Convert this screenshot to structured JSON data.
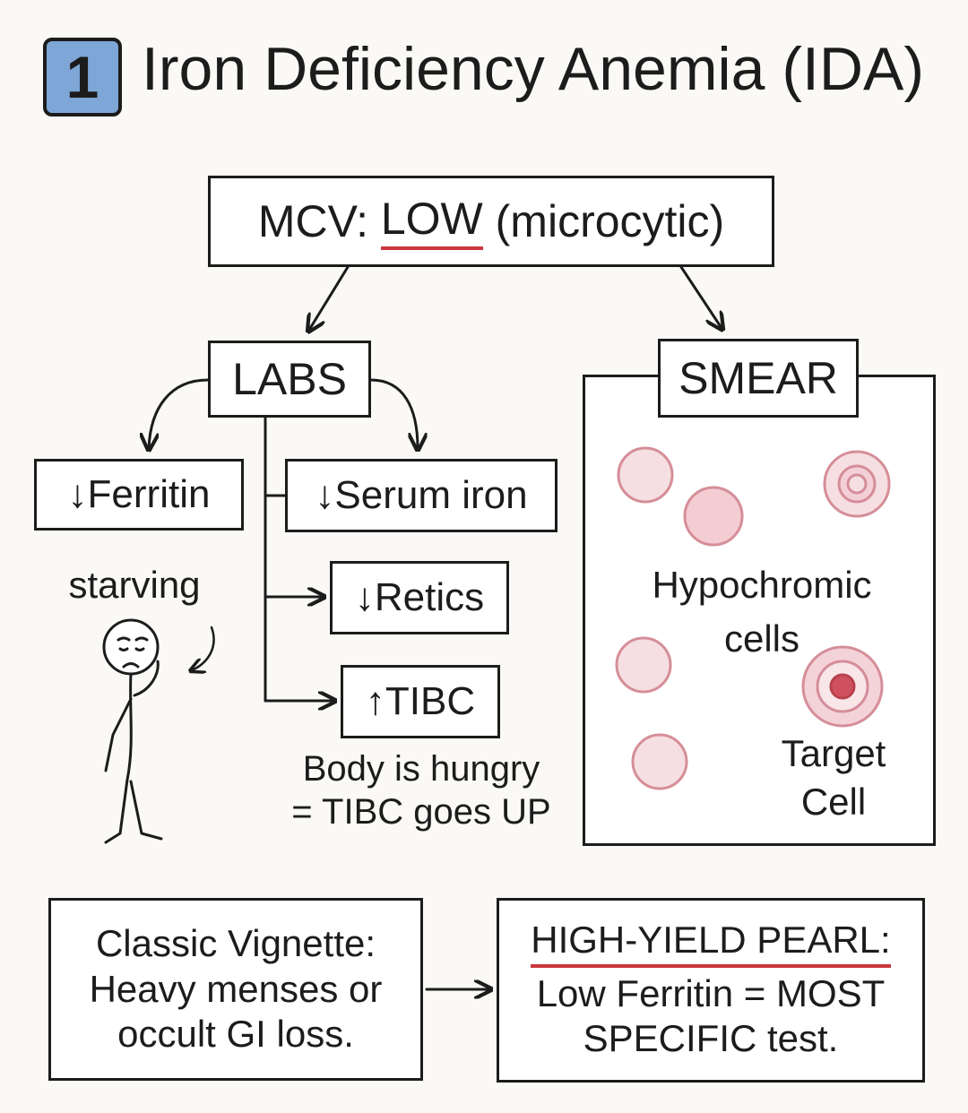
{
  "header": {
    "number": "1",
    "title": "Iron Deficiency Anemia (IDA)"
  },
  "mcv": {
    "prefix": "MCV: ",
    "value": "LOW",
    "suffix": " (microcytic)"
  },
  "labs": {
    "title": "LABS",
    "items": [
      "↓Ferritin",
      "↓Serum iron",
      "↓Retics",
      "↑TIBC"
    ],
    "starving_label": "starving",
    "tibc_note_line1": "Body is hungry",
    "tibc_note_line2": "= TIBC goes UP"
  },
  "smear": {
    "title": "SMEAR",
    "hypochromic_line1": "Hypochromic",
    "hypochromic_line2": "cells",
    "target_line1": "Target",
    "target_line2": "Cell"
  },
  "vignette": {
    "line1": "Classic Vignette:",
    "line2": "Heavy menses or",
    "line3": "occult GI loss."
  },
  "pearl": {
    "heading": "HIGH-YIELD PEARL:",
    "line2": "Low Ferritin = MOST",
    "line3": "SPECIFIC test."
  },
  "colors": {
    "badge": "#7ea6d6",
    "underline": "#c9363c",
    "rbc_fill": "#f6dfe2",
    "rbc_edge": "#d58e98",
    "target_center": "#d0505f"
  }
}
